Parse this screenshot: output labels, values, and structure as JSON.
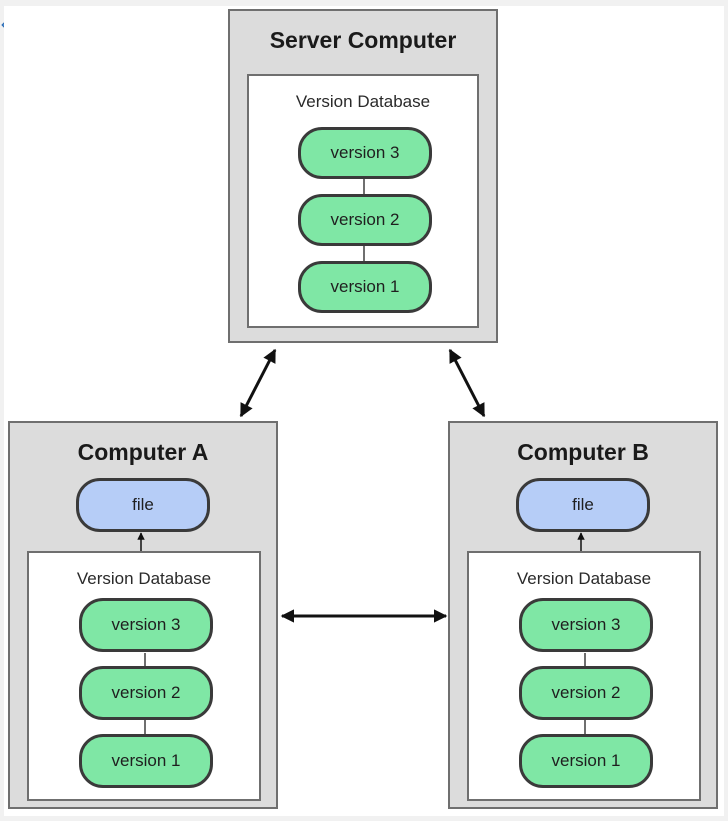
{
  "server": {
    "title": "Server Computer",
    "database": {
      "title": "Version Database",
      "versions": [
        "version 3",
        "version 2",
        "version 1"
      ]
    }
  },
  "computer_a": {
    "title": "Computer A",
    "file_label": "file",
    "database": {
      "title": "Version Database",
      "versions": [
        "version 3",
        "version 2",
        "version 1"
      ]
    }
  },
  "computer_b": {
    "title": "Computer B",
    "file_label": "file",
    "database": {
      "title": "Version Database",
      "versions": [
        "version 3",
        "version 2",
        "version 1"
      ]
    }
  },
  "colors": {
    "version_fill": "#7fe7a5",
    "file_fill": "#b6cdf7",
    "computer_fill": "#dcdcdc",
    "border": "#6f6f6f"
  },
  "icons": {
    "corner": "diamond-icon"
  }
}
